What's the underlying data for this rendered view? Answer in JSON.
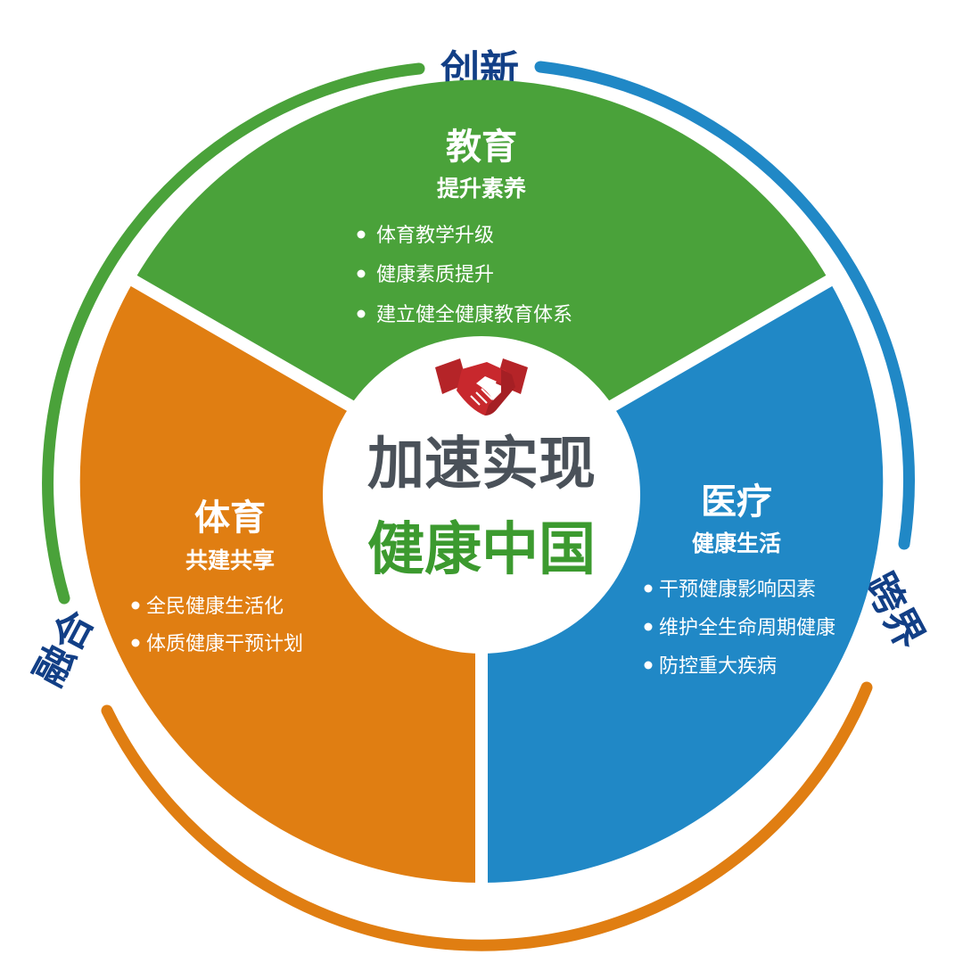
{
  "colors": {
    "green": "#4aa23a",
    "blue": "#2088c6",
    "orange": "#e07e12",
    "navy": "#123f86",
    "center_title_gray": "#4a5159",
    "center_title_green": "#3c9a2f",
    "handshake_red": "#b52428"
  },
  "ring": {
    "top_label": "创新",
    "right_label": "跨界",
    "left_label": "融合"
  },
  "segments": {
    "education": {
      "title": "教育",
      "subtitle": "提升素养",
      "items": [
        "体育教学升级",
        "健康素质提升",
        "建立健全健康教育体系"
      ]
    },
    "sports": {
      "title": "体育",
      "subtitle": "共建共享",
      "items": [
        "全民健康生活化",
        "体质健康干预计划"
      ]
    },
    "medical": {
      "title": "医疗",
      "subtitle": "健康生活",
      "items": [
        "干预健康影响因素",
        "维护全生命周期健康",
        "防控重大疾病"
      ]
    }
  },
  "center": {
    "line1": "加速实现",
    "line2": "健康中国",
    "icon": "handshake-icon"
  }
}
